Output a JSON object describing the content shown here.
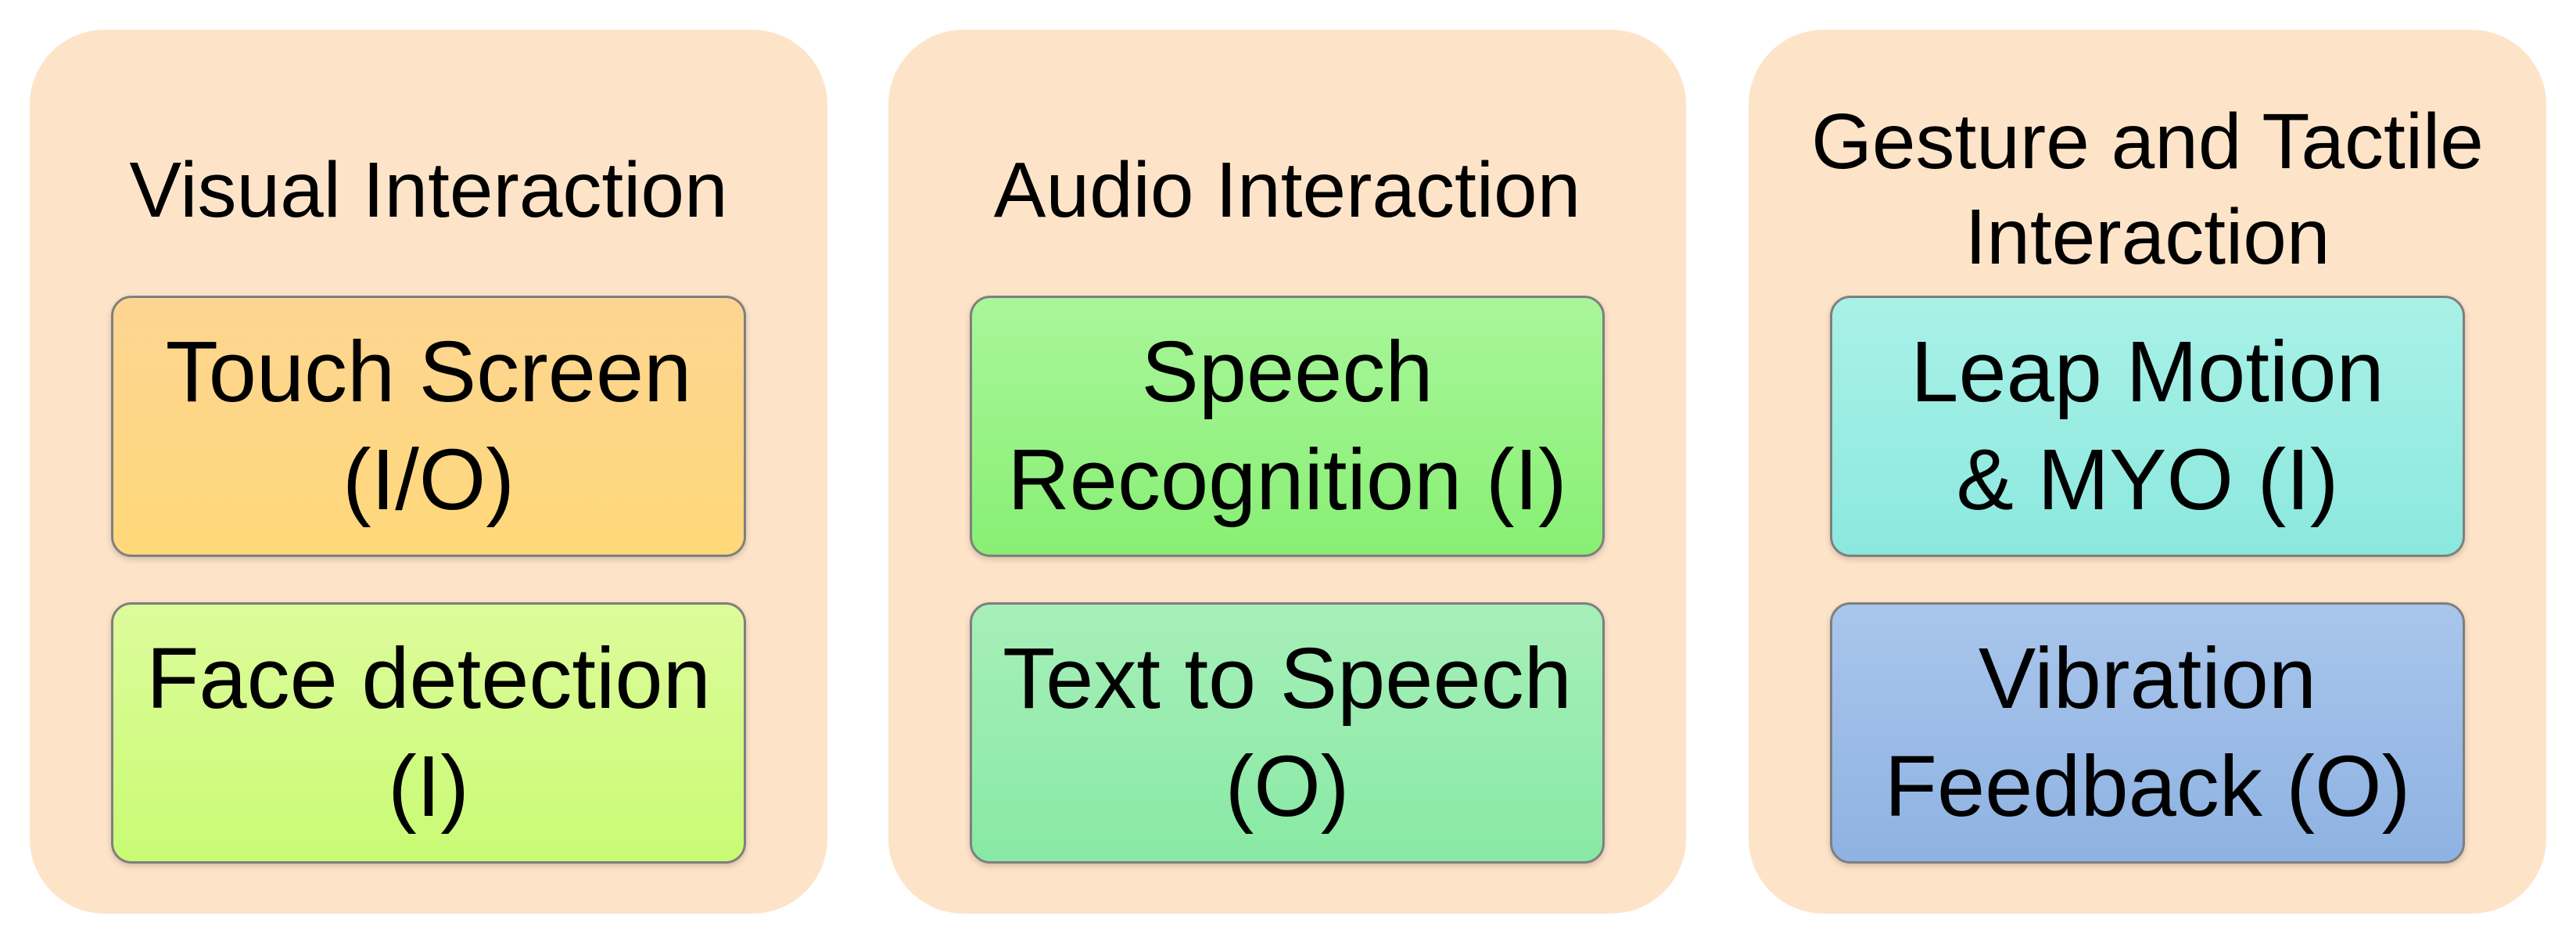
{
  "panels": [
    {
      "title": "Visual Interaction",
      "items": [
        {
          "label": "Touch Screen\n(I/O)",
          "color": "#fdd68a"
        },
        {
          "label": "Face detection\n(I)",
          "color": "#d3fb86"
        }
      ],
      "background": "#fde4c9"
    },
    {
      "title": "Audio Interaction",
      "items": [
        {
          "label": "Speech\nRecognition (I)",
          "color": "#98f286"
        },
        {
          "label": "Text to Speech\n(O)",
          "color": "#98ecae"
        }
      ],
      "background": "#fde4c9"
    },
    {
      "title": "Gesture and Tactile\nInteraction",
      "items": [
        {
          "label": "Leap Motion\n& MYO (I)",
          "color": "#9aede2"
        },
        {
          "label": "Vibration\nFeedback (O)",
          "color": "#9cbce7"
        }
      ],
      "background": "#fde4c9"
    }
  ]
}
